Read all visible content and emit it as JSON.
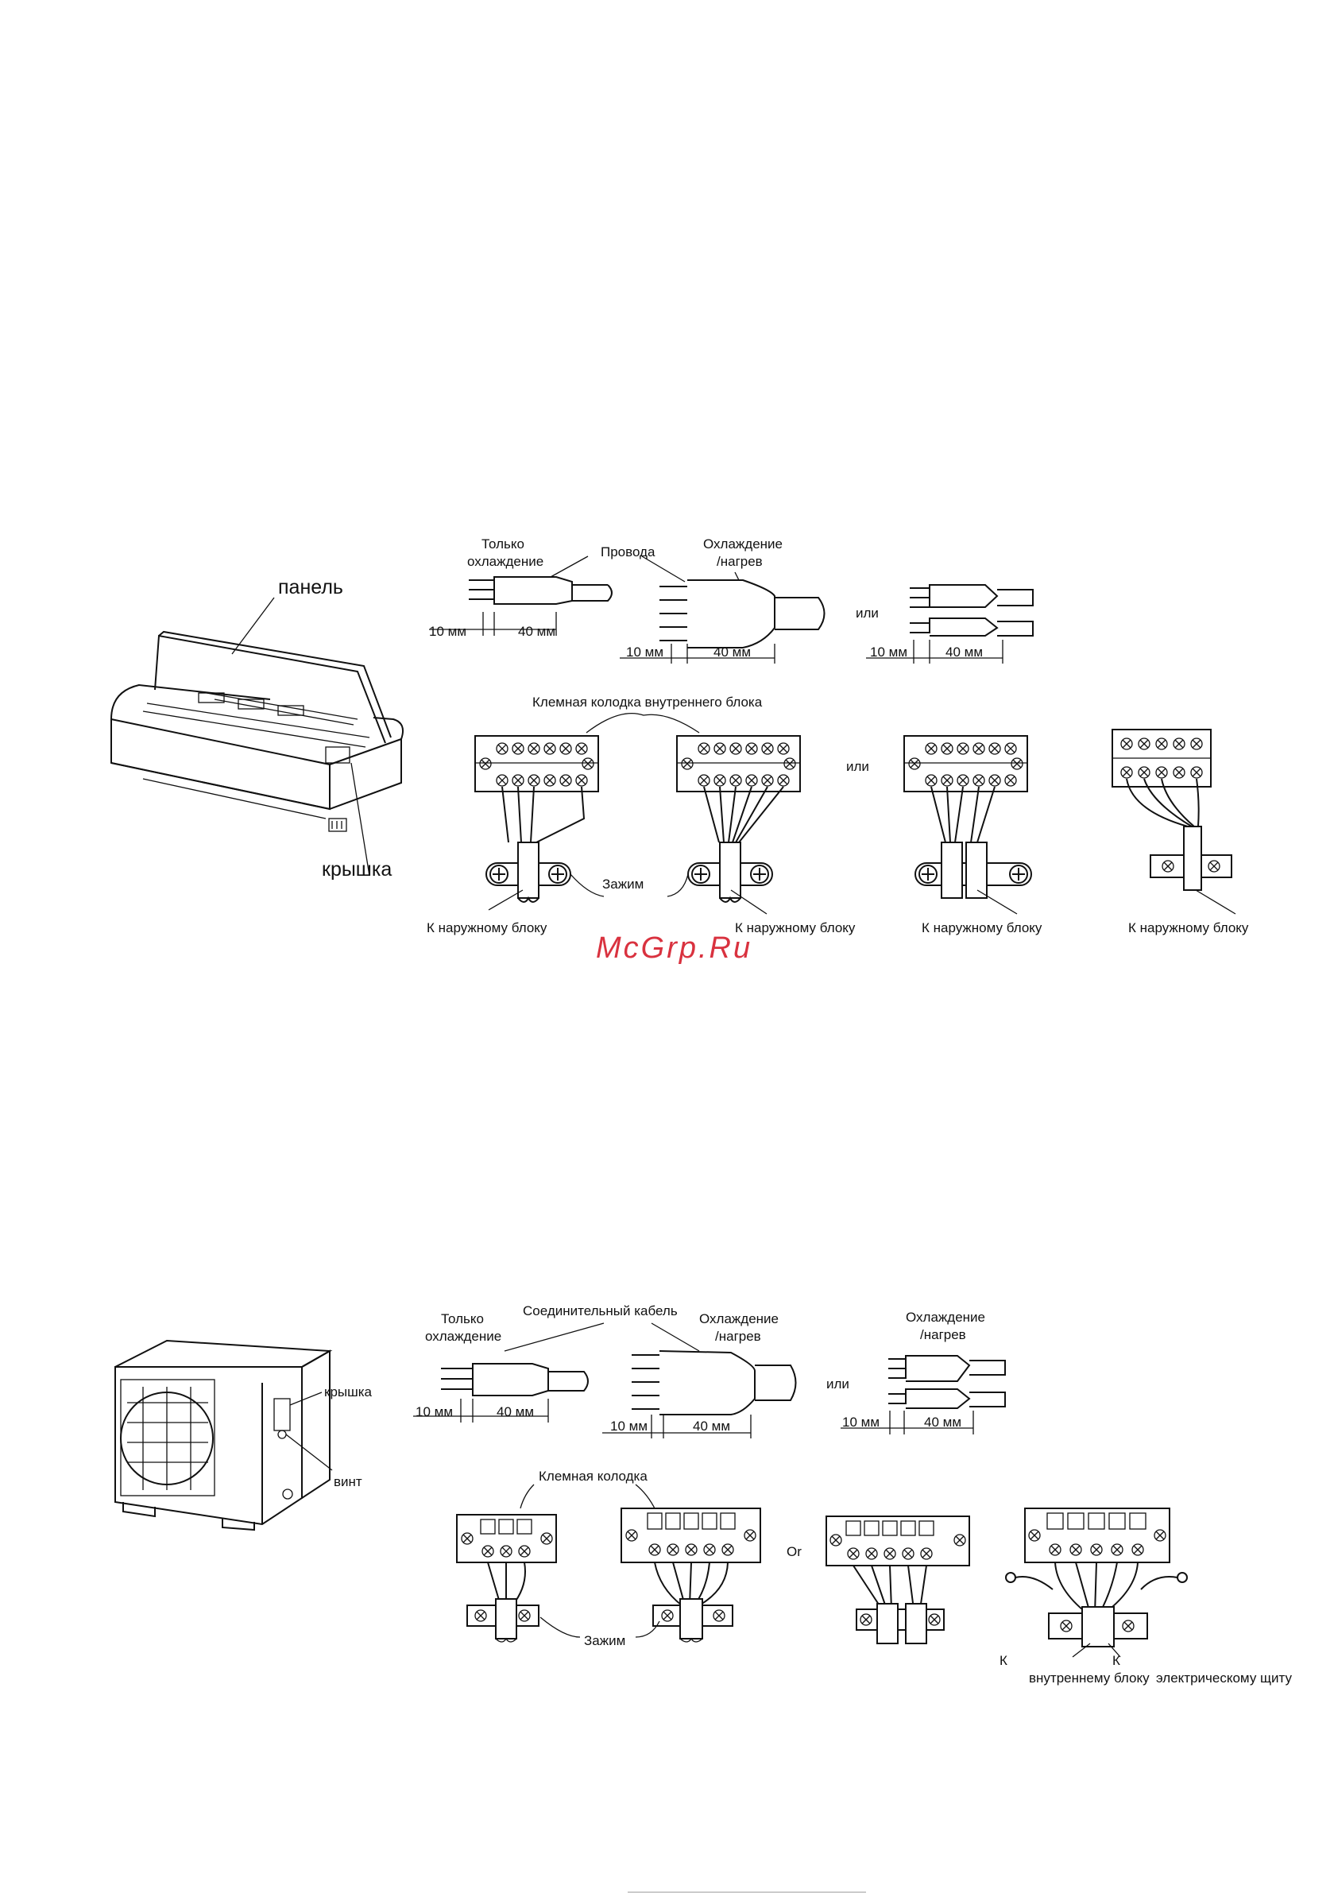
{
  "indoor": {
    "panel": "панель",
    "cover": "крышка",
    "cooling_only": "Только охлаждение",
    "wires": "Провода",
    "cool_heat": "Охлаждение /нагрев",
    "or": "или",
    "mm10": "10 мм",
    "mm40": "40 мм",
    "terminal_block": "Клемная колодка внутреннего блока",
    "clamp": "Зажим",
    "to_outdoor": "К наружному блоку"
  },
  "watermark": "McGrp.Ru",
  "outdoor": {
    "cover": "крышка",
    "screw": "винт",
    "cooling_only": "Только охлаждение",
    "cable": "Соединительный кабель",
    "cool_heat": "Охлаждение /нагрев",
    "or": "или",
    "or_en": "Or",
    "mm10": "10 мм",
    "mm40": "40 мм",
    "terminal_block": "Клемная колодка",
    "clamp": "Зажим",
    "to_indoor": "К внутреннему блоку",
    "to_panel": "К электрическому щиту"
  }
}
